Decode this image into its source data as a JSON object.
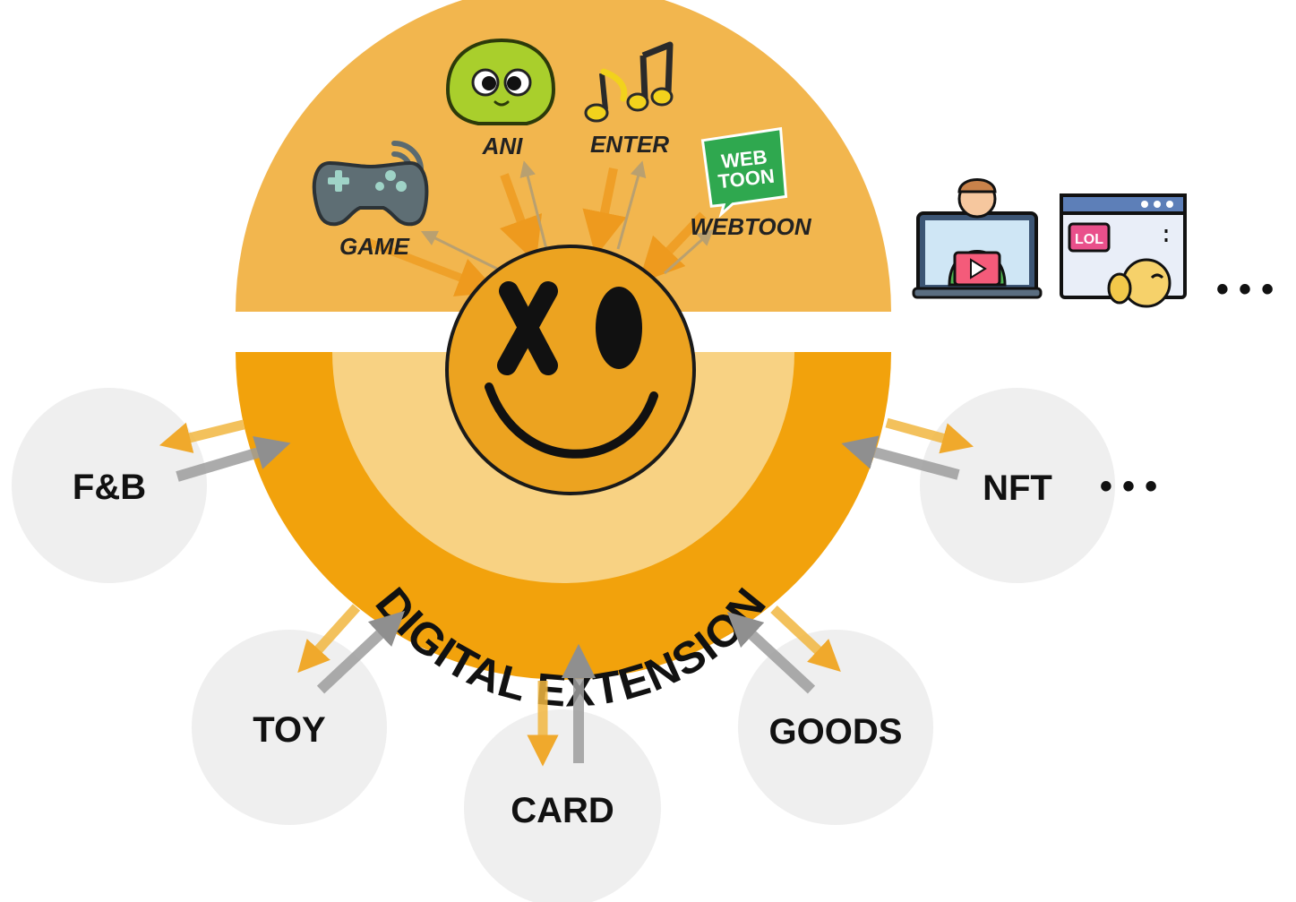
{
  "center": {
    "arc_label": "DIGITAL EXTENSION",
    "icon": "smiley-x-eye-icon"
  },
  "media": {
    "game": {
      "label": "GAME",
      "icon": "gamepad-icon"
    },
    "ani": {
      "label": "ANI",
      "icon": "cartoon-face-icon"
    },
    "enter": {
      "label": "ENTER",
      "icon": "music-notes-icon"
    },
    "webtoon": {
      "label": "WEBTOON",
      "icon": "webtoon-logo-icon",
      "logo_text": "WEB TOON"
    }
  },
  "extra_media": {
    "icons": [
      "streamer-laptop-icon",
      "lol-browser-icon"
    ],
    "more": "• • •"
  },
  "nodes": {
    "fb": "F&B",
    "toy": "TOY",
    "card": "CARD",
    "goods": "GOODS",
    "nft": "NFT",
    "more": "• • •"
  },
  "colors": {
    "upper_half": "#F2B64E",
    "lower_ring": "#F2A20C",
    "inner_disc": "#F8D283",
    "smiley": "#ECA320",
    "node_circle": "#EFEFEF",
    "arrow_out": "#F1B640",
    "arrow_in": "#9C9C9C"
  }
}
